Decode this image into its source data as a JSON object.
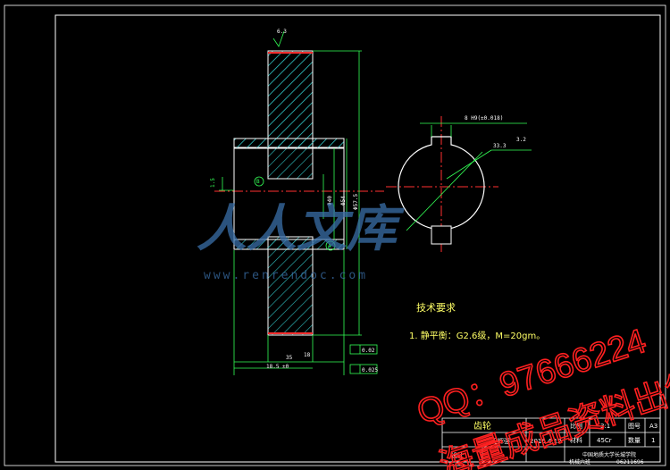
{
  "drawing": {
    "part_view_labels": {
      "roughness_top": "6.3",
      "datum_a": "A",
      "datum_b": "B",
      "tol_runout_1": "0.02",
      "tol_runout_2": "0.025",
      "left_tol": "1.5",
      "dim_bottom_1": "35",
      "dim_bottom_2": "18",
      "dim_total": "18.5 ±0",
      "dia_1": "Φ40",
      "dia_2": "Φ54",
      "dia_3": "Φ57.5"
    },
    "section_view_labels": {
      "key_width": "8 H9(±0.018)",
      "key_depth": "33.3",
      "roughness": "3.2"
    }
  },
  "tech_requirements": {
    "title": "技术要求",
    "line1": "1. 静平衡：G2.6级，M=20gm。"
  },
  "watermarks": {
    "site": "www.renrendoc.com",
    "logo_text": "人人文库",
    "contact": "QQ：97666224",
    "slogan": "海量成品资料出售！"
  },
  "title_block": {
    "part_name": "齿轮",
    "scale_label": "比例",
    "scale_value": "3:1",
    "drawing_no_label": "图号",
    "drawing_no_value": "A3",
    "material_label": "材料",
    "material_value": "45Cr",
    "quantity_label": "数量",
    "quantity_value": "1",
    "designer_label": "设计",
    "designer_name": "王辉强",
    "date": "2016.4.12",
    "school": "中国地质大学长城学院",
    "class": "机械六班",
    "student_id": "06211696"
  },
  "colors": {
    "background": "#000000",
    "outline": "#ffffff",
    "hatch": "#2fbfbf",
    "dimension": "#33ff55",
    "center": "#ff3030",
    "text": "#ffff66"
  }
}
